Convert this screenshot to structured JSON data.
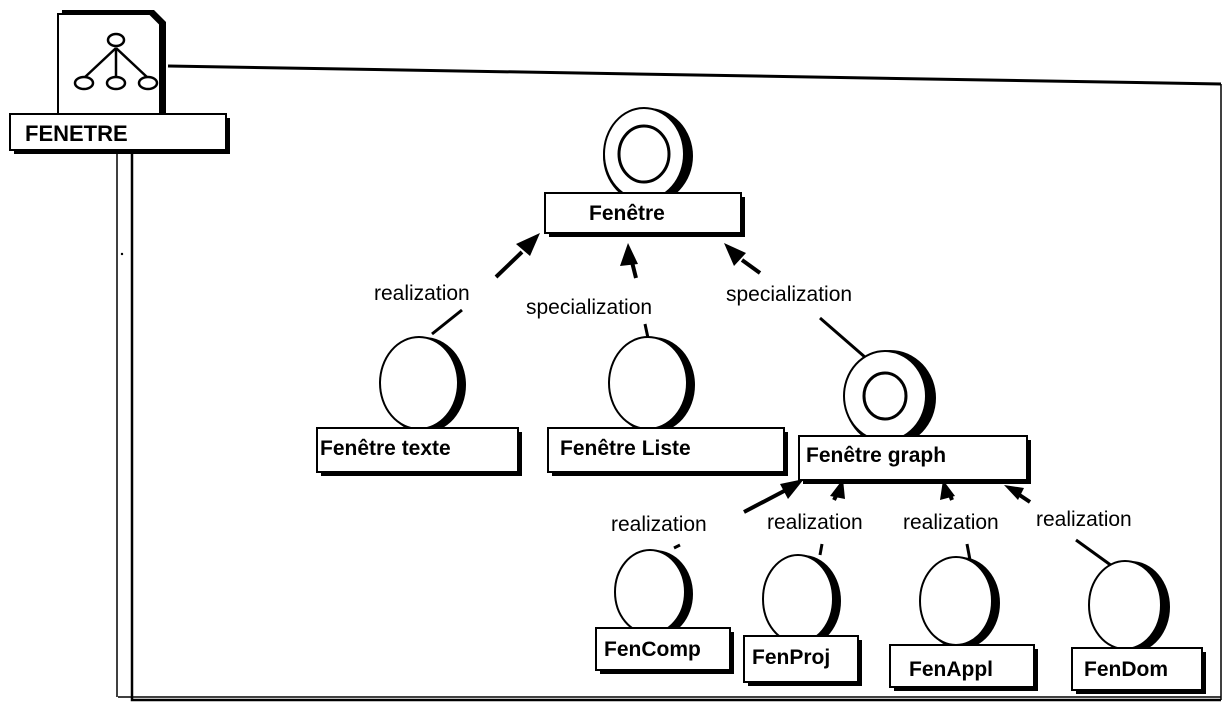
{
  "package": {
    "name": "FENETRE",
    "icon": "class-hierarchy-icon"
  },
  "nodes": {
    "fenetre": {
      "label": "Fenêtre",
      "kind": "class-category"
    },
    "fenetre_texte": {
      "label": "Fenêtre texte",
      "kind": "class"
    },
    "fenetre_liste": {
      "label": "Fenêtre Liste",
      "kind": "class"
    },
    "fenetre_graph": {
      "label": "Fenêtre graph",
      "kind": "class-category"
    },
    "fencomp": {
      "label": "FenComp",
      "kind": "class"
    },
    "fenproj": {
      "label": "FenProj",
      "kind": "class"
    },
    "fenappl": {
      "label": "FenAppl",
      "kind": "class"
    },
    "fendom": {
      "label": "FenDom",
      "kind": "class"
    }
  },
  "edges": [
    {
      "from": "fenetre_texte",
      "to": "fenetre",
      "label": "realization"
    },
    {
      "from": "fenetre_liste",
      "to": "fenetre",
      "label": "specialization"
    },
    {
      "from": "fenetre_graph",
      "to": "fenetre",
      "label": "specialization"
    },
    {
      "from": "fencomp",
      "to": "fenetre_graph",
      "label": "realization"
    },
    {
      "from": "fenproj",
      "to": "fenetre_graph",
      "label": "realization"
    },
    {
      "from": "fenappl",
      "to": "fenetre_graph",
      "label": "realization"
    },
    {
      "from": "fendom",
      "to": "fenetre_graph",
      "label": "realization"
    }
  ]
}
